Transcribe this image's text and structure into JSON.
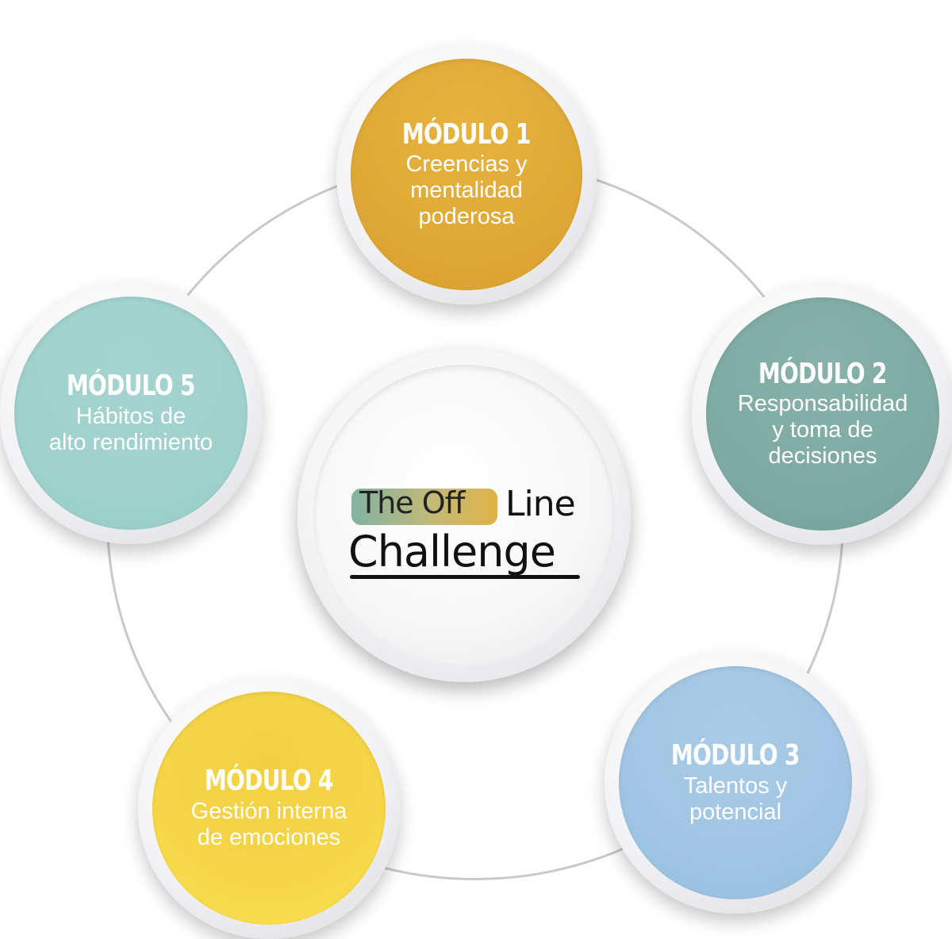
{
  "center_logo": {
    "pill_text": "The Off",
    "line_text": "Line",
    "challenge_text": "Challenge"
  },
  "modules": [
    {
      "title": "MÓDULO 1",
      "desc": "Creencias y\nmentalidad\npoderosa",
      "color": "#dea735"
    },
    {
      "title": "MÓDULO 2",
      "desc": "Responsabilidad\ny toma de\ndecisiones",
      "color": "#7daaa2"
    },
    {
      "title": "MÓDULO 3",
      "desc": "Talentos y\npotencial",
      "color": "#9fc4e2"
    },
    {
      "title": "MÓDULO 4",
      "desc": "Gestión interna\nde emociones",
      "color": "#f7d74a"
    },
    {
      "title": "MÓDULO 5",
      "desc": "Hábitos de\nalto rendimiento",
      "color": "#9ed0cc"
    }
  ]
}
